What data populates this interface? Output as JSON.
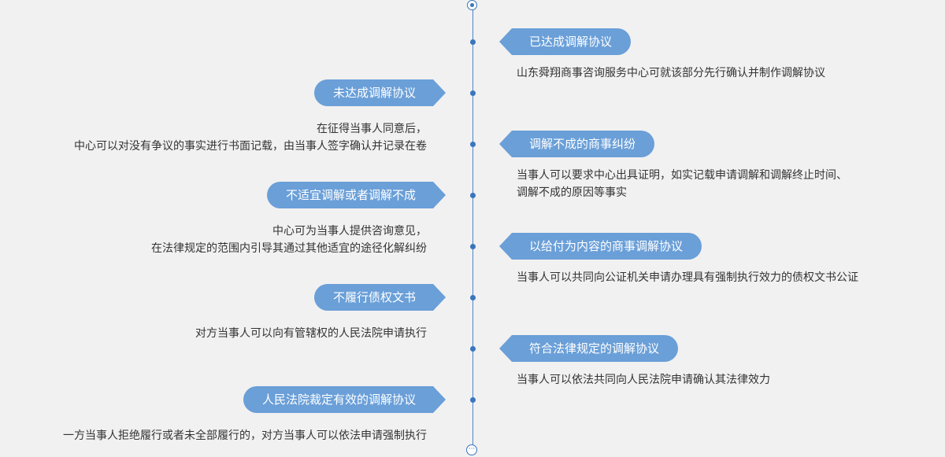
{
  "colors": {
    "accent": "#3a75be",
    "tag_bg": "#6a9fd8",
    "background": "#f1f1f1"
  },
  "timeline": {
    "right_items": [
      {
        "tag": "已达成调解协议",
        "lines": [
          "山东舜翔商事咨询服务中心可就该部分先行确认并制作调解协议"
        ]
      },
      {
        "tag": "调解不成的商事纠纷",
        "lines": [
          "当事人可以要求中心出具证明，如实记载申请调解和调解终止时间、",
          "调解不成的原因等事实"
        ]
      },
      {
        "tag": "以给付为内容的商事调解协议",
        "lines": [
          "当事人可以共同向公证机关申请办理具有强制执行效力的债权文书公证"
        ]
      },
      {
        "tag": "符合法律规定的调解协议",
        "lines": [
          "当事人可以依法共同向人民法院申请确认其法律效力"
        ]
      }
    ],
    "left_items": [
      {
        "tag": "未达成调解协议",
        "lines": [
          "在征得当事人同意后，",
          "中心可以对没有争议的事实进行书面记载，由当事人签字确认并记录在卷"
        ]
      },
      {
        "tag": "不适宜调解或者调解不成",
        "lines": [
          "中心可为当事人提供咨询意见，",
          "在法律规定的范围内引导其通过其他适宜的途径化解纠纷"
        ]
      },
      {
        "tag": "不履行债权文书",
        "lines": [
          "对方当事人可以向有管辖权的人民法院申请执行"
        ]
      },
      {
        "tag": "人民法院裁定有效的调解协议",
        "lines": [
          "一方当事人拒绝履行或者未全部履行的，对方当事人可以依法申请强制执行"
        ]
      }
    ],
    "more_icon": "ellipsis-icon"
  }
}
